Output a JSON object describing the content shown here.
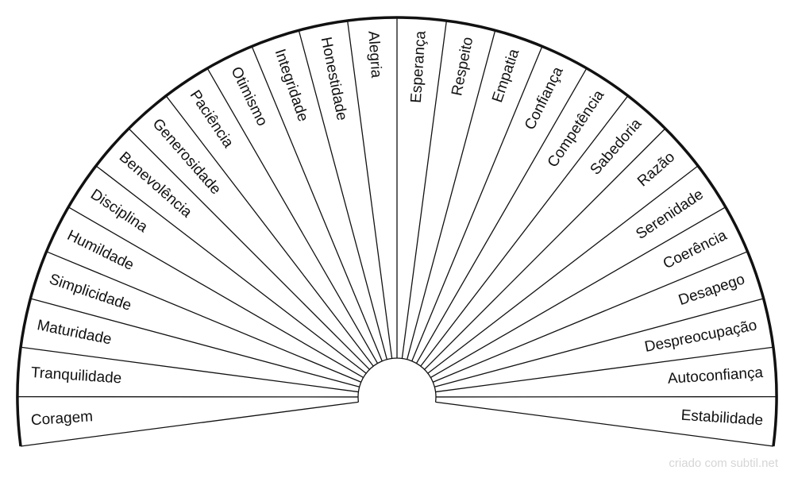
{
  "chart_data": {
    "type": "semicircle-dial",
    "segments": [
      "Coragem",
      "Tranquilidade",
      "Maturidade",
      "Simplicidade",
      "Humildade",
      "Disciplina",
      "Benevolência",
      "Generosidade",
      "Paciência",
      "Otimismo",
      "Integridade",
      "Honestidade",
      "Alegria",
      "Esperança",
      "Respeito",
      "Empatia",
      "Confiança",
      "Competência",
      "Sabedoria",
      "Razão",
      "Serenidade",
      "Coerência",
      "Desapego",
      "Despreocupação",
      "Autoconfiança",
      "Estabilidade"
    ]
  },
  "credit": "criado com subtil.net",
  "colors": {
    "line": "#111111",
    "text": "#111111",
    "credit": "#d6d6d6",
    "background": "#ffffff"
  }
}
